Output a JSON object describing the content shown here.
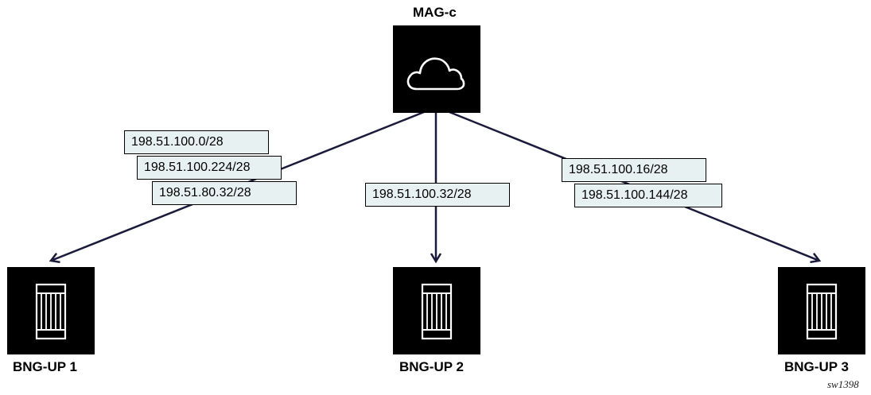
{
  "nodes": {
    "mag": {
      "label": "MAG-c",
      "icon": "cloud-icon"
    },
    "bng1": {
      "label": "BNG-UP 1",
      "icon": "router-chassis-icon"
    },
    "bng2": {
      "label": "BNG-UP 2",
      "icon": "router-chassis-icon"
    },
    "bng3": {
      "label": "BNG-UP 3",
      "icon": "router-chassis-icon"
    }
  },
  "prefixes": {
    "bng1": [
      "198.51.100.0/28",
      "198.51.100.224/28",
      "198.51.80.32/28"
    ],
    "bng2": [
      "198.51.100.32/28"
    ],
    "bng3": [
      "198.51.100.16/28",
      "198.51.100.144/28"
    ]
  },
  "figure_id": "sw1398",
  "colors": {
    "node_fill": "#000000",
    "prefix_fill": "#e8f1f1",
    "link": "#1a1a3a"
  }
}
